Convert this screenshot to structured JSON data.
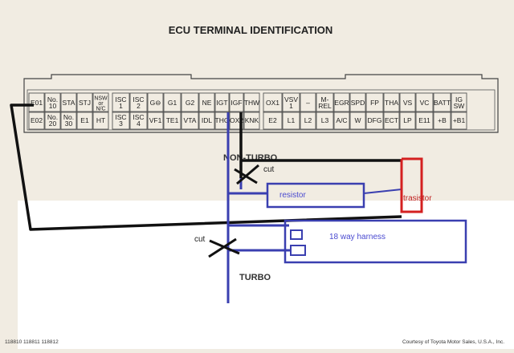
{
  "title": "ECU TERMINAL IDENTIFICATION",
  "top_row": [
    {
      "lines": [
        "E01"
      ]
    },
    {
      "lines": [
        "No.",
        "10"
      ]
    },
    {
      "lines": [
        "STA"
      ]
    },
    {
      "lines": [
        "STJ"
      ]
    },
    {
      "lines": [
        "NSW",
        "or",
        "N/C"
      ]
    },
    {
      "lines": [
        "ISC",
        "1"
      ]
    },
    {
      "lines": [
        "ISC",
        "2"
      ]
    },
    {
      "lines": [
        "G⊖"
      ]
    },
    {
      "lines": [
        "G1"
      ]
    },
    {
      "lines": [
        "G2"
      ]
    },
    {
      "lines": [
        "NE"
      ]
    },
    {
      "lines": [
        "IGT"
      ]
    },
    {
      "lines": [
        "IGF"
      ]
    },
    {
      "lines": [
        "THW"
      ]
    },
    {
      "lines": [
        "OX1"
      ]
    },
    {
      "lines": [
        "VSV",
        "1"
      ]
    },
    {
      "lines": [
        "–"
      ]
    },
    {
      "lines": [
        "M-",
        "REL"
      ]
    },
    {
      "lines": [
        "EGR"
      ]
    },
    {
      "lines": [
        "SPD"
      ]
    },
    {
      "lines": [
        "FP"
      ]
    },
    {
      "lines": [
        "THA"
      ]
    },
    {
      "lines": [
        "VS"
      ]
    },
    {
      "lines": [
        "VC"
      ]
    },
    {
      "lines": [
        "BATT"
      ]
    },
    {
      "lines": [
        "IG",
        "SW"
      ]
    }
  ],
  "bottom_row": [
    {
      "lines": [
        "E02"
      ]
    },
    {
      "lines": [
        "No.",
        "20"
      ]
    },
    {
      "lines": [
        "No.",
        "30"
      ]
    },
    {
      "lines": [
        "E1"
      ]
    },
    {
      "lines": [
        "HT"
      ]
    },
    {
      "lines": [
        "ISC",
        "3"
      ]
    },
    {
      "lines": [
        "ISC",
        "4"
      ]
    },
    {
      "lines": [
        "VF1"
      ]
    },
    {
      "lines": [
        "TE1"
      ]
    },
    {
      "lines": [
        "VTA"
      ]
    },
    {
      "lines": [
        "IDL"
      ]
    },
    {
      "lines": [
        "THG"
      ]
    },
    {
      "lines": [
        "OX2"
      ]
    },
    {
      "lines": [
        "KNK"
      ]
    },
    {
      "lines": [
        "E2"
      ]
    },
    {
      "lines": [
        "L1"
      ]
    },
    {
      "lines": [
        "L2"
      ]
    },
    {
      "lines": [
        "L3"
      ]
    },
    {
      "lines": [
        "A/C"
      ]
    },
    {
      "lines": [
        "W"
      ]
    },
    {
      "lines": [
        "DFG"
      ]
    },
    {
      "lines": [
        "ECT"
      ]
    },
    {
      "lines": [
        "LP"
      ]
    },
    {
      "lines": [
        "E11"
      ]
    },
    {
      "lines": [
        "+B"
      ]
    },
    {
      "lines": [
        "+B1"
      ]
    }
  ],
  "labels": {
    "non_turbo": "NON-TURBO",
    "turbo": "TURBO",
    "cut_top": "cut",
    "cut_bottom": "cut",
    "resistor": "resistor",
    "transistor": "trasistor",
    "harness": "18 way harness"
  },
  "footer": {
    "codes": "118810   118811   118812",
    "credit": "Courtesy of Toyota Motor Sales, U.S.A., Inc."
  },
  "colors": {
    "paper": "#f1ece2",
    "blue_wire": "#3a3fb0",
    "black_wire": "#111111",
    "red_wire": "#d42020",
    "white_overlay": "#ffffff",
    "blue_text": "#4a4ad0",
    "red_text": "#c02020"
  }
}
